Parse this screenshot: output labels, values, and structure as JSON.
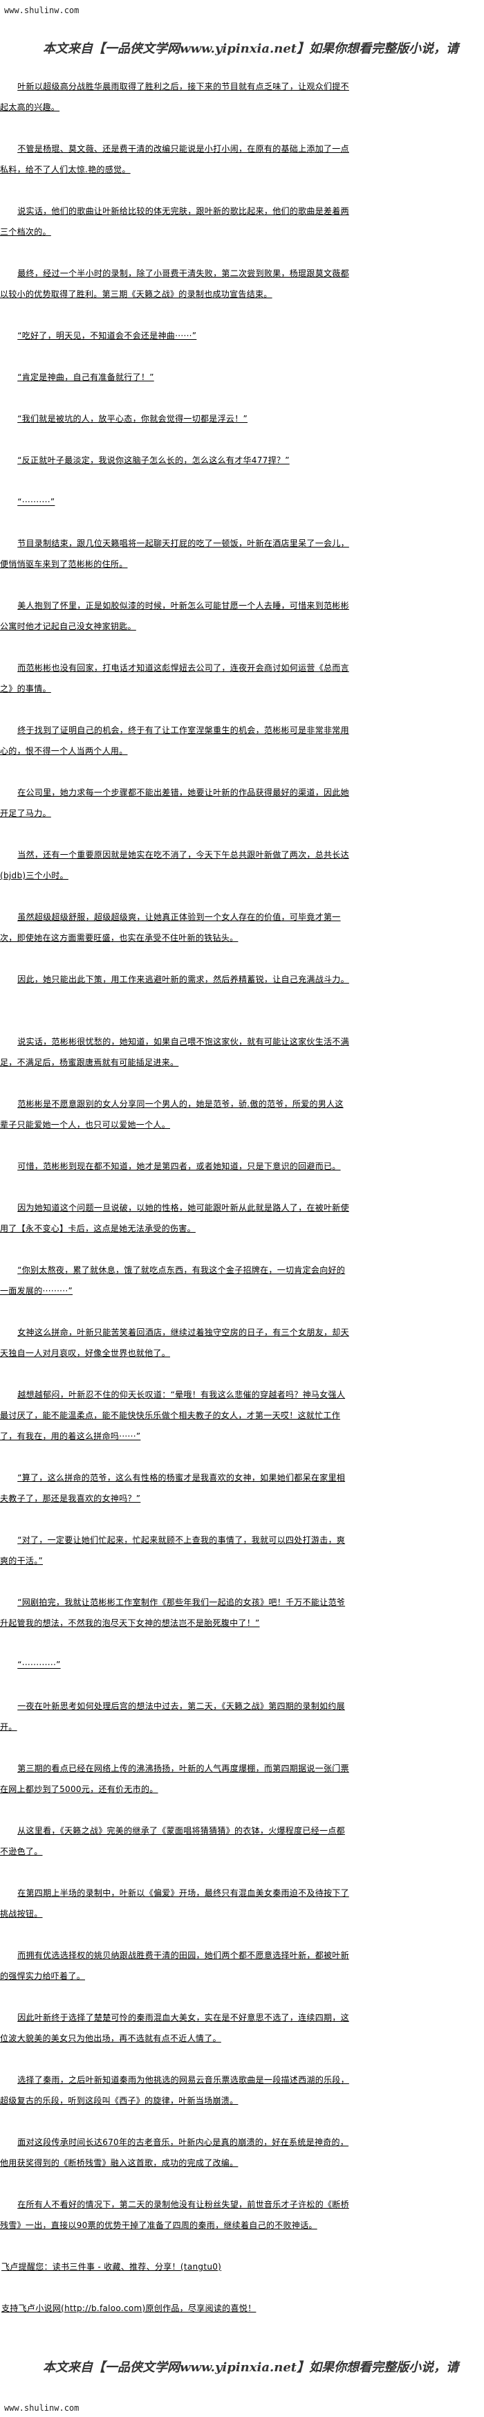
{
  "site": "www.shulinw.com",
  "banner": "本文来自【一品侠文学网www.yipinxia.net】如果你想看完整版小说，请",
  "paragraphs": [
    "叶新以超级高分战胜华晨雨取得了胜利之后，接下来的节目就有点乏味了，让观众们提不起太高的兴趣。",
    "不管是杨琨、莫文薇、还是费干清的改编只能说是小打小闹，在原有的基础上添加了一点私料，给不了人们太惊.艳的感觉。",
    "说实话，他们的歌曲让叶新给比较的体无完肤，跟叶新的歌比起来，他们的歌曲是差着两三个档次的。",
    "最终，经过一个半小时的录制，除了小哥费干清失败，第二次尝到败果，杨琨跟莫文薇都以较小的优势取得了胜利。第三期《天籁之战》的录制也成功宣告结束。",
    "“吃好了，明天见，不知道会不会还是神曲······”",
    "“肯定是神曲，自己有准备就行了！”",
    "“我们就是被坑的人，放平心态，你就会觉得一切都是浮云！”",
    "“反正就叶子最淡定，我说你这脑子怎么长的，怎么这么有才华477捍？”",
    "“··········”",
    "节目录制结束，跟几位天籁唱将一起聊天打屁的吃了一顿饭，叶新在酒店里呆了一会儿，便悄悄驱车来到了范彬彬的住所。",
    "美人抱到了怀里，正是如胶似漆的时候，叶新怎么可能甘愿一个人去睡，可惜来到范彬彬公寓时他才记起自己没女神家钥匙。",
    "而范彬彬也没有回家，打电话才知道这彪悍妞去公司了，连夜开会商讨如何运营《总而言之》的事情。",
    "终于找到了证明自己的机会，终于有了让工作室涅槃重生的机会，范彬彬可是非常非常用心的，恨不得一个人当两个人用。",
    "在公司里，她力求每一个步骤都不能出差错，她要让叶新的作品获得最好的渠道，因此她开足了马力。",
    "当然，还有一个重要原因就是她实在吃不消了，今天下午总共跟叶新做了两次，总共长达(bjdb)三个小时。",
    "虽然超级超级舒服，超级超级爽，让她真正体验到一个女人存在的价值，可毕竟才第一次，即使她在这方面需要旺盛，也实在承受不住叶新的铁钻头。",
    "因此，她只能出此下策，用工作来逃避叶新的需求，然后养精蓄锐，让自己充满战斗力。",
    "说实话，范彬彬很忧愁的，她知道，如果自己喂不饱这家伙，就有可能让这家伙生活不满足，不满足后，杨蜜跟唐焉就有可能插足进来。",
    "范彬彬是不愿意跟别的女人分享同一个男人的，她是范爷，骄.傲的范爷，所爱的男人这辈子只能爱她一个人，也只可以爱她一个人。",
    "可惜，范彬彬到现在都不知道，她才是第四者，或者她知道，只是下意识的回避而已。",
    "因为她知道这个问题一旦说破，以她的性格，她可能跟叶新从此就是路人了，在被叶新使用了【永不变心】卡后，这点是她无法承受的伤害。",
    "“你别太熬夜，累了就休息，饿了就吃点东西，有我这个金子招牌在，一切肯定会向好的一面发展的·········”",
    "女神这么拼命，叶新只能苦笑着回酒店，继续过着独守空房的日子，有三个女朋友，却天天独自一人对月哀叹，好像全世界也就他了。",
    "越想越郁闷，叶新忍不住的仰天长叹道：“晕哦！有我这么悲催的穿越者吗？神马女强人最讨厌了，能不能温柔点，能不能快快乐乐做个相夫教子的女人，才第一天哎！这就忙工作了，有我在，用的着这么拼命吗······”",
    "“算了，这么拼命的范爷，这么有性格的杨蜜才是我喜欢的女神，如果她们都呆在家里相夫教子了，那还是我喜欢的女神吗？”",
    "“对了，一定要让她们忙起来，忙起来就顾不上查我的事情了，我就可以四处打游击，爽爽的干活。”",
    "“网剧拍完，我就让范彬彬工作室制作《那些年我们一起追的女孩》吧！千万不能让范爷升起管我的想法，不然我的泡尽天下女神的想法岂不是胎死腹中了！”",
    "“············”",
    "一夜在叶新思考如何处理后宫的想法中过去，第二天，《天籁之战》第四期的录制如约展开。",
    "第三期的看点已经在网络上传的沸沸扬扬，叶新的人气再度爆棚，而第四期据说一张门票在网上都炒到了5000元，还有价无市的。",
    "从这里看，《天籁之战》完美的继承了《蒙面唱将猜猜猜》的衣钵，火爆程度已经一点都不逊色了。",
    "在第四期上半场的录制中，叶新以《偏爱》开场，最终只有混血美女秦雨迫不及待按下了挑战按钮。",
    "而拥有优选选择权的姚贝纳跟战胜费干清的田园，她们两个都不愿意选择叶新，都被叶新的强悍实力给吓着了。",
    "因此叶新终于选择了楚楚可怜的秦雨混血大美女，实在是不好意思不选了，连续四期，这位波大貌美的美女只为他出场，再不选就有点不近人情了。",
    "选择了秦雨，之后叶新知道秦雨为他挑选的网易云音乐票选歌曲是一段描述西湖的乐段，超级复古的乐段，听到这段叫《西子》的旋律，叶新当场崩溃。",
    "面对这段传承时间长达670年的古老音乐，叶新内心是真的崩溃的，好在系统是神奇的，他用获奖得到的《断桥残雪》融入这首歌，成功的完成了改编。",
    "在所有人不看好的情况下，第二天的录制他没有让粉丝失望，前世音乐才子许松的《断桥残雪》一出，直接以90票的优势干掉了准备了四周的秦雨，继续着自己的不败神话。"
  ],
  "footer": {
    "reminder": "飞卢提醒您：读书三件事 - 收藏、推荐、分享！(tangtu0)",
    "support": "支持飞卢小说网(http://b.faloo.com)原创作品，尽享阅读的喜悦！"
  }
}
